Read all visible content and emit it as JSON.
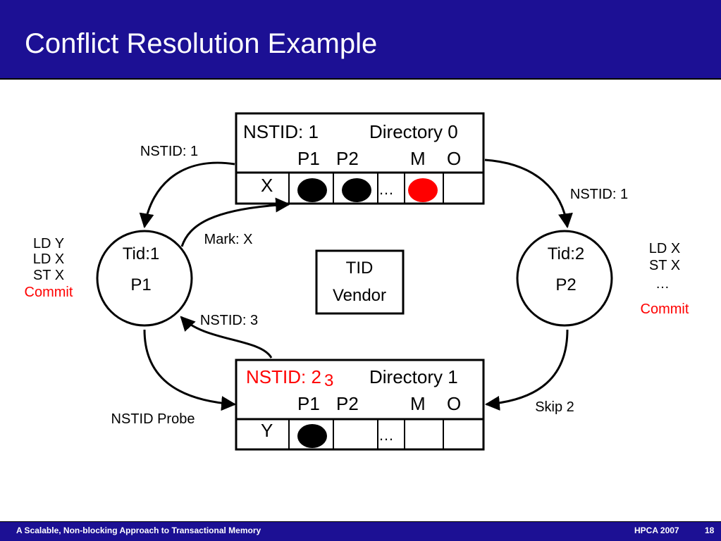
{
  "slide": {
    "title": "Conflict Resolution Example",
    "footer_left": "A Scalable, Non-blocking Approach to Transactional Memory",
    "footer_conference": "HPCA 2007",
    "footer_page": "18"
  },
  "colors": {
    "bar": "#1c1094",
    "highlight": "#ff0000",
    "text": "#000000"
  },
  "directory_0": {
    "nstid": "NSTID: 1",
    "name": "Directory 0",
    "col_p1": "P1",
    "col_p2": "P2",
    "col_m": "M",
    "col_o": "O",
    "address": "X",
    "ellipsis": "…",
    "cells": {
      "p1": "filled",
      "p2": "filled",
      "m": "red",
      "o": "empty"
    }
  },
  "directory_1": {
    "nstid_old": "NSTID: 2",
    "nstid_new_digit": "3",
    "name": "Directory 1",
    "col_p1": "P1",
    "col_p2": "P2",
    "col_m": "M",
    "col_o": "O",
    "address": "Y",
    "ellipsis": "…",
    "cells": {
      "p1": "filled",
      "p2": "empty",
      "m": "empty",
      "o": "empty"
    }
  },
  "processors": {
    "p1": {
      "tid": "Tid:1",
      "name": "P1",
      "ops": [
        "LD Y",
        "LD X",
        "ST X"
      ],
      "status": "Commit"
    },
    "p2": {
      "tid": "Tid:2",
      "name": "P2",
      "ops": [
        "LD X",
        "ST X",
        "…"
      ],
      "status": "Commit"
    }
  },
  "vendor": {
    "line1": "TID",
    "line2": "Vendor"
  },
  "messages": {
    "to_p1_from_dir0": "NSTID: 1",
    "to_p2_from_dir0": "NSTID: 1",
    "mark": "Mark: X",
    "to_p1_from_dir1": "NSTID: 3",
    "probe": "NSTID Probe",
    "skip": "Skip 2"
  }
}
